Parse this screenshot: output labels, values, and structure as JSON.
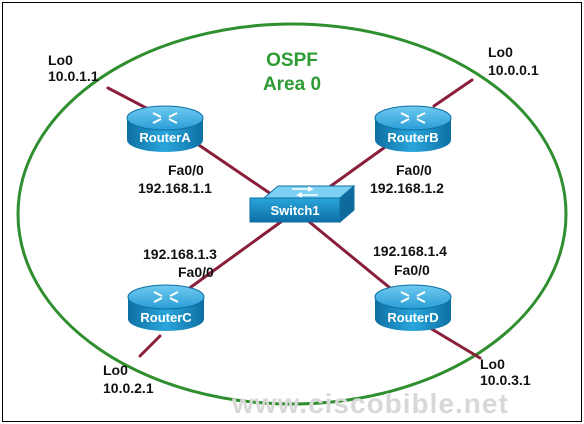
{
  "area": {
    "line1": "OSPF",
    "line2": "Area 0"
  },
  "colors": {
    "area_ellipse": "#2f8f2f",
    "area_text": "#2f9b33",
    "links": "#8a1f3a",
    "device_body": "#1e8fc4",
    "device_label": "#ffffff"
  },
  "routers": {
    "a": {
      "name": "RouterA",
      "lo_if": "Lo0",
      "lo_ip": "10.0.1.1",
      "fa_if": "Fa0/0",
      "fa_ip": "192.168.1.1"
    },
    "b": {
      "name": "RouterB",
      "lo_if": "Lo0",
      "lo_ip": "10.0.0.1",
      "fa_if": "Fa0/0",
      "fa_ip": "192.168.1.2"
    },
    "c": {
      "name": "RouterC",
      "lo_if": "Lo0",
      "lo_ip": "10.0.2.1",
      "fa_if": "Fa0/0",
      "fa_ip": "192.168.1.3"
    },
    "d": {
      "name": "RouterD",
      "lo_if": "Lo0",
      "lo_ip": "10.0.3.1",
      "fa_if": "Fa0/0",
      "fa_ip": "192.168.1.4"
    }
  },
  "switch": {
    "name": "Switch1"
  },
  "watermark": "www.ciscobible.net"
}
